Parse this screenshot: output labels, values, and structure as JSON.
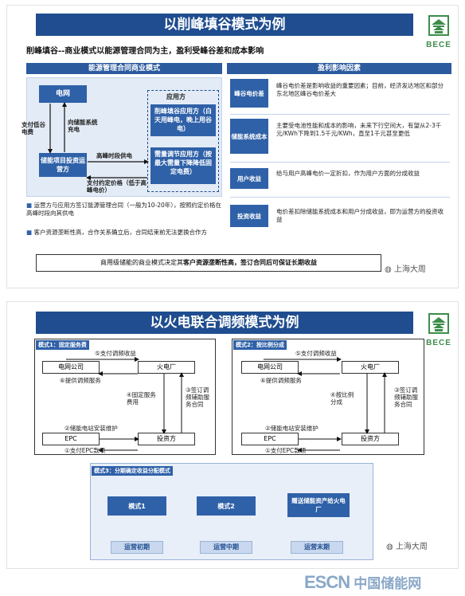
{
  "slide1": {
    "title": "以削峰填谷模式为例",
    "logo": "BECE",
    "subtitle": "削峰填谷--商业模式以能源管理合同为主，盈利受峰谷差和成本影响",
    "left_header": "能源管理合同商业模式",
    "right_header": "盈利影响因素",
    "grid": "电网",
    "owner_label": "应用方",
    "storage_project": "储能项目投资运营方",
    "app_box1": "削峰填谷应用方（白天用峰电，晚上用谷电）",
    "app_box2": "需量调节应用方（按最大需量下降降低固定电费）",
    "arrow_pay_low": "支付低谷电费",
    "arrow_charge": "向储能系统充电",
    "arrow_peak": "高峰时段供电",
    "arrow_pay_agreed": "支付约定价格（低于高峰电价）",
    "bullet1": "运营方与应用方签订能源管理合同（一般为10-20年），按照约定价格在高峰时段向其供电",
    "bullet2": "客户资源垄断性高，合作关系确立后，合同结束前无法更换合作方",
    "factors": [
      {
        "label": "峰谷电价差",
        "text": "峰谷电价差是影响收益的重要因素；目前，经济发达地区和部分东北地区峰谷电价差大"
      },
      {
        "label": "储能系统成本",
        "text": "主要受电池性能和成本的影响，未来下行空间大，有望从2-3千元/KWh下降到1.5千元/KWh，直至1千元甚至更低"
      },
      {
        "label": "用户收益",
        "text": "给与用户高峰电价一定折扣，作为用户方面的分成收益"
      },
      {
        "label": "投资收益",
        "text": "电价差扣除储能系统成本和用户分成收益，即为运营方的投资收益"
      }
    ],
    "conclusion_pre": "商用级储能的商业模式决定其",
    "conclusion_bold": "客户资源垄断性高，签订合同后可保证长期收益",
    "watermark": "上海大周"
  },
  "slide2": {
    "title": "以火电联合调频模式为例",
    "logo": "BECE",
    "mode1": {
      "tag": "模式1：固定服务费",
      "grid": "电网公司",
      "thermal": "火电厂",
      "epc": "EPC",
      "investor": "投资方",
      "s5": "⑤支付调频收益",
      "s6": "⑥提供调频服务",
      "s4": "④固定服务费用",
      "s3": "③签订调频辅助服务合同",
      "s2": "②储能电站安装维护",
      "s1": "①支付EPC款项"
    },
    "mode2": {
      "tag": "模式2：按比例分成",
      "grid": "电网公司",
      "thermal": "火电厂",
      "epc": "EPC",
      "investor": "投资方",
      "s5": "⑤支付调频收益",
      "s6": "⑥提供调频服务",
      "s4": "④按比例分成",
      "s3": "③签订调频辅助服务合同",
      "s2": "②储能电站安装维护",
      "s1": "①支付EPC款项"
    },
    "mode3": {
      "tag": "模式3：分期确定收益分配模式",
      "stage_boxes": [
        "模式1",
        "模式2",
        "赠送储能资产给火电厂"
      ],
      "stage_labels": [
        "运营初期",
        "运营中期",
        "运营末期"
      ]
    },
    "watermark": "上海大周"
  },
  "footer": {
    "logo_left": "ESCN",
    "logo_right": "中国储能网"
  }
}
